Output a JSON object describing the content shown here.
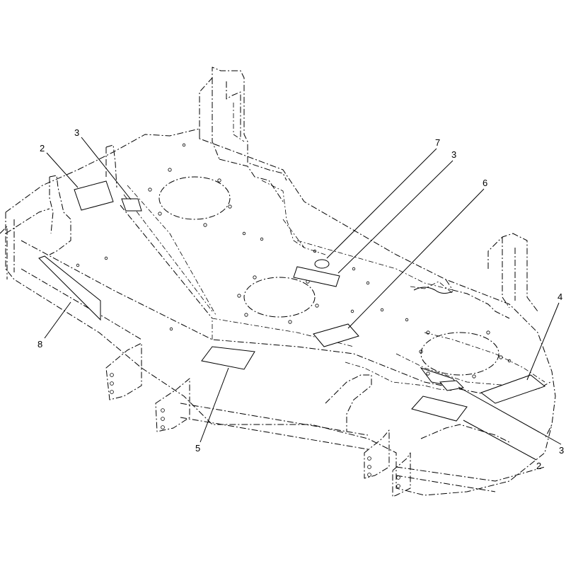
{
  "callouts": [
    {
      "id": "c2a",
      "label": "2"
    },
    {
      "id": "c3a",
      "label": "3"
    },
    {
      "id": "c7",
      "label": "7"
    },
    {
      "id": "c3b",
      "label": "3"
    },
    {
      "id": "c6",
      "label": "6"
    },
    {
      "id": "c4",
      "label": "4"
    },
    {
      "id": "c8",
      "label": "8"
    },
    {
      "id": "c5",
      "label": "5"
    },
    {
      "id": "c3c",
      "label": "3"
    },
    {
      "id": "c2b",
      "label": "2"
    }
  ]
}
